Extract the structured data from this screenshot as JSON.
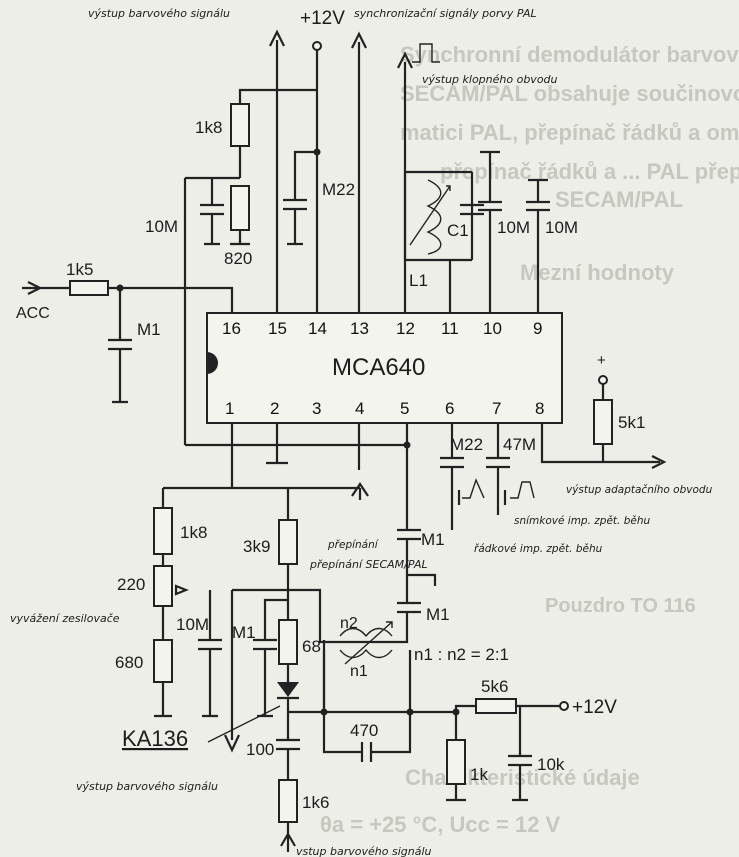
{
  "top": {
    "color_out": "výstup barvového signálu",
    "vcc": "+12V",
    "sync_pal": "synchronizační signály porvy PAL",
    "flipflop": "výstup klopného obvodu"
  },
  "ic": {
    "name": "MCA640",
    "pins": [
      "1",
      "2",
      "3",
      "4",
      "5",
      "6",
      "7",
      "8",
      "9",
      "10",
      "11",
      "12",
      "13",
      "14",
      "15",
      "16"
    ]
  },
  "components": {
    "r_1k8_top": "1k8",
    "c_10M_left": "10M",
    "r_820": "820",
    "c_M22": "M22",
    "c1": "C1",
    "l1": "L1",
    "c_10M_9": "10M",
    "c_10M_10": "10M",
    "r_1k5": "1k5",
    "acc": "ACC",
    "c_M1_acc": "M1",
    "c_M22_6": "M22",
    "c_47M": "47M",
    "r_5k1": "5k1",
    "r_1k8_left": "1k8",
    "r_3k9": "3k9",
    "c_M1_5": "M1",
    "c_M1_mid": "M1",
    "pot_220": "220",
    "c_10M_bot": "10M",
    "c_M1_bot": "M1",
    "r_68": "68",
    "r_680": "680",
    "diode": "KA136",
    "c_100": "100",
    "c_470": "470",
    "r_1k6": "1k6",
    "r_5k6": "5k6",
    "r_1k": "1k",
    "c_10k": "10k",
    "n1": "n1",
    "n2": "n2",
    "ratio": "n1 : n2 = 2:1",
    "vcc_bot": "+12V",
    "plus": "+"
  },
  "notes": {
    "adaptor": "výstup adaptačního obvodu",
    "frame_imp": "snímkové imp. zpět. běhu",
    "line_imp": "řádkové imp. zpět. běhu",
    "switch": "přepínání SECAM/PAL",
    "gain": "vyvážení zesilovače",
    "color_out_bot": "výstup barvového signálu",
    "color_in_bot": "vstup barvového signálu"
  },
  "background_text": {
    "line1": "Synchronní demodulátor barvového signálu",
    "line2": "SECAM/PAL obsahuje součinovou a rozdílovou",
    "line3": "matici PAL, přepínač řádků a omezovač SECAM,",
    "line4": "přepínač řádků a ... PAL přepínač",
    "line5": "SECAM/PAL",
    "mezni": "Mezní hodnoty",
    "pouzdro": "Pouzdro TO 116",
    "charakter": "Charakteristické údaje",
    "cond": "θa = +25 °C, Ucc = 12 V"
  },
  "colors": {
    "ink": "#222222",
    "paper": "#eeeee8",
    "ghost": "#c7c7c0"
  }
}
